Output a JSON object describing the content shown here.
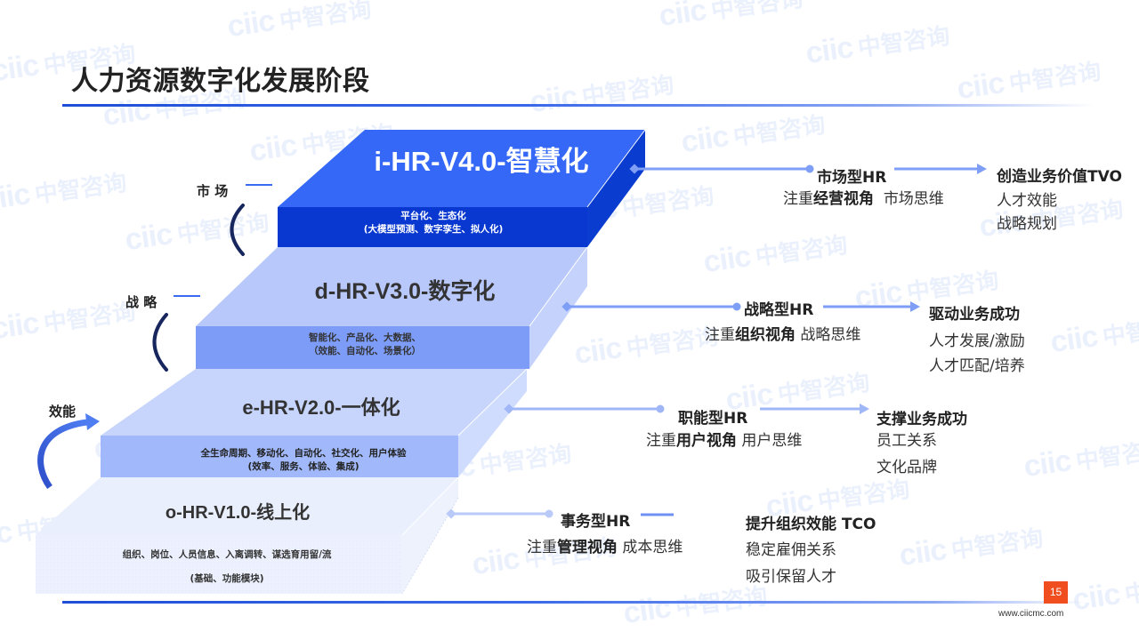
{
  "slide": {
    "title": "人力资源数字化发展阶段",
    "page_number": "15",
    "website": "www.ciicmc.com",
    "watermark_logo": "ciic",
    "watermark_text": "中智咨询"
  },
  "pyramid": {
    "layers": [
      {
        "id": "i-hr",
        "title": "i-HR-V4.0-智慧化",
        "desc_line1": "平台化、生态化",
        "desc_line2": "(大模型预测、数字孪生、拟人化)"
      },
      {
        "id": "d-hr",
        "title": "d-HR-V3.0-数字化",
        "desc_line1": "智能化、产品化、大数据、",
        "desc_line2": "（效能、自动化、场景化）"
      },
      {
        "id": "e-hr",
        "title": "e-HR-V2.0-一体化",
        "desc_line1": "全生命周期、移动化、自动化、社交化、用户体验",
        "desc_line2": "(效率、服务、体验、集成)"
      },
      {
        "id": "o-hr",
        "title": "o-HR-V1.0-线上化",
        "desc_line1": "组织、岗位、人员信息、入离调转、谋选育用留/流",
        "desc_line2": "(基础、功能模块)"
      }
    ]
  },
  "side_labels": [
    {
      "text": "市 场"
    },
    {
      "text": "战 略"
    },
    {
      "text": "效能"
    }
  ],
  "roles": [
    {
      "role": "市场型HR",
      "focus_prefix": "注重",
      "focus_bold": "经营视角",
      "mindset": "市场思维",
      "outcome_title": "创造业务价值TVO",
      "outcomes": [
        "人才效能",
        "战略规划"
      ]
    },
    {
      "role": "战略型HR",
      "focus_prefix": "注重",
      "focus_bold": "组织视角",
      "mindset": "战略思维",
      "outcome_title": "驱动业务成功",
      "outcomes": [
        "人才发展/激励",
        "人才匹配/培养"
      ]
    },
    {
      "role": "职能型HR",
      "focus_prefix": "注重",
      "focus_bold": "用户视角",
      "mindset": "用户思维",
      "outcome_title": "支撑业务成功",
      "outcomes": [
        "员工关系",
        "文化品牌"
      ]
    },
    {
      "role": "事务型HR",
      "focus_prefix": "注重",
      "focus_bold": "管理视角",
      "mindset": "成本思维",
      "outcome_title": "提升组织效能 TCO",
      "outcomes": [
        "稳定雇佣关系",
        "吸引保留人才"
      ]
    }
  ],
  "colors": {
    "accent_blue": "#1e4fd6",
    "layer4_top": "#3568f6",
    "layer4_front": "#0838d0",
    "layer3_top": "#b8c8fb",
    "layer3_front": "#7c9cf8",
    "layer2_top": "#c7d5fc",
    "layer2_front": "#a1b9fa",
    "layer1_top": "#e9effd",
    "layer1_front": "#edf1fd",
    "connector": "#7f9ef5",
    "bracket": "#17275e",
    "page_badge": "#f04e1f"
  }
}
